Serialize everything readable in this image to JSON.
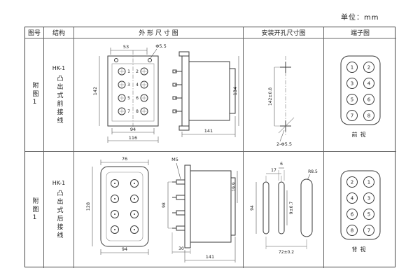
{
  "unit_label": "单位：mm",
  "headers": {
    "fig_no": "图号",
    "structure": "结构",
    "outline": "外 形 尺 寸 图",
    "mount": "安装开孔尺寸图",
    "terminal": "端子图"
  },
  "row1": {
    "fig_no": "附图1",
    "model": "HK-1",
    "structure": "凸出式前接线",
    "outline": {
      "dims": {
        "top_width": "53",
        "hole": "Φ5.5",
        "height": "142",
        "inner_width": "94",
        "outer_width": "116",
        "depth": "141",
        "side_height": "134"
      },
      "terminals": [
        "1",
        "2",
        "3",
        "4",
        "5",
        "6",
        "7",
        "8"
      ]
    },
    "mount": {
      "spacing": "142±0.8",
      "holes": "2-Φ5.5"
    },
    "terminal": {
      "left": [
        "1",
        "3",
        "5",
        "7"
      ],
      "right": [
        "2",
        "4",
        "6",
        "8"
      ],
      "caption": "前视"
    }
  },
  "row2": {
    "fig_no": "附图1",
    "model": "HK-1",
    "structure": "凸出式后接线",
    "outline": {
      "dims": {
        "top_width": "76",
        "height": "128",
        "bottom_width": "94",
        "screw": "M5",
        "side_height": "98",
        "terminal_pitch": "19.9",
        "depth_front": "30",
        "depth": "141"
      }
    },
    "mount": {
      "edge_offset": "17",
      "slot_width": "6",
      "corner_radius": "R8.5",
      "slot_length": "94",
      "offset": "9±0.7",
      "spacing": "72±0.2"
    },
    "terminal": {
      "left": [
        "2",
        "4",
        "6",
        "8"
      ],
      "right": [
        "1",
        "3",
        "5",
        "7"
      ],
      "caption": "背视"
    }
  }
}
